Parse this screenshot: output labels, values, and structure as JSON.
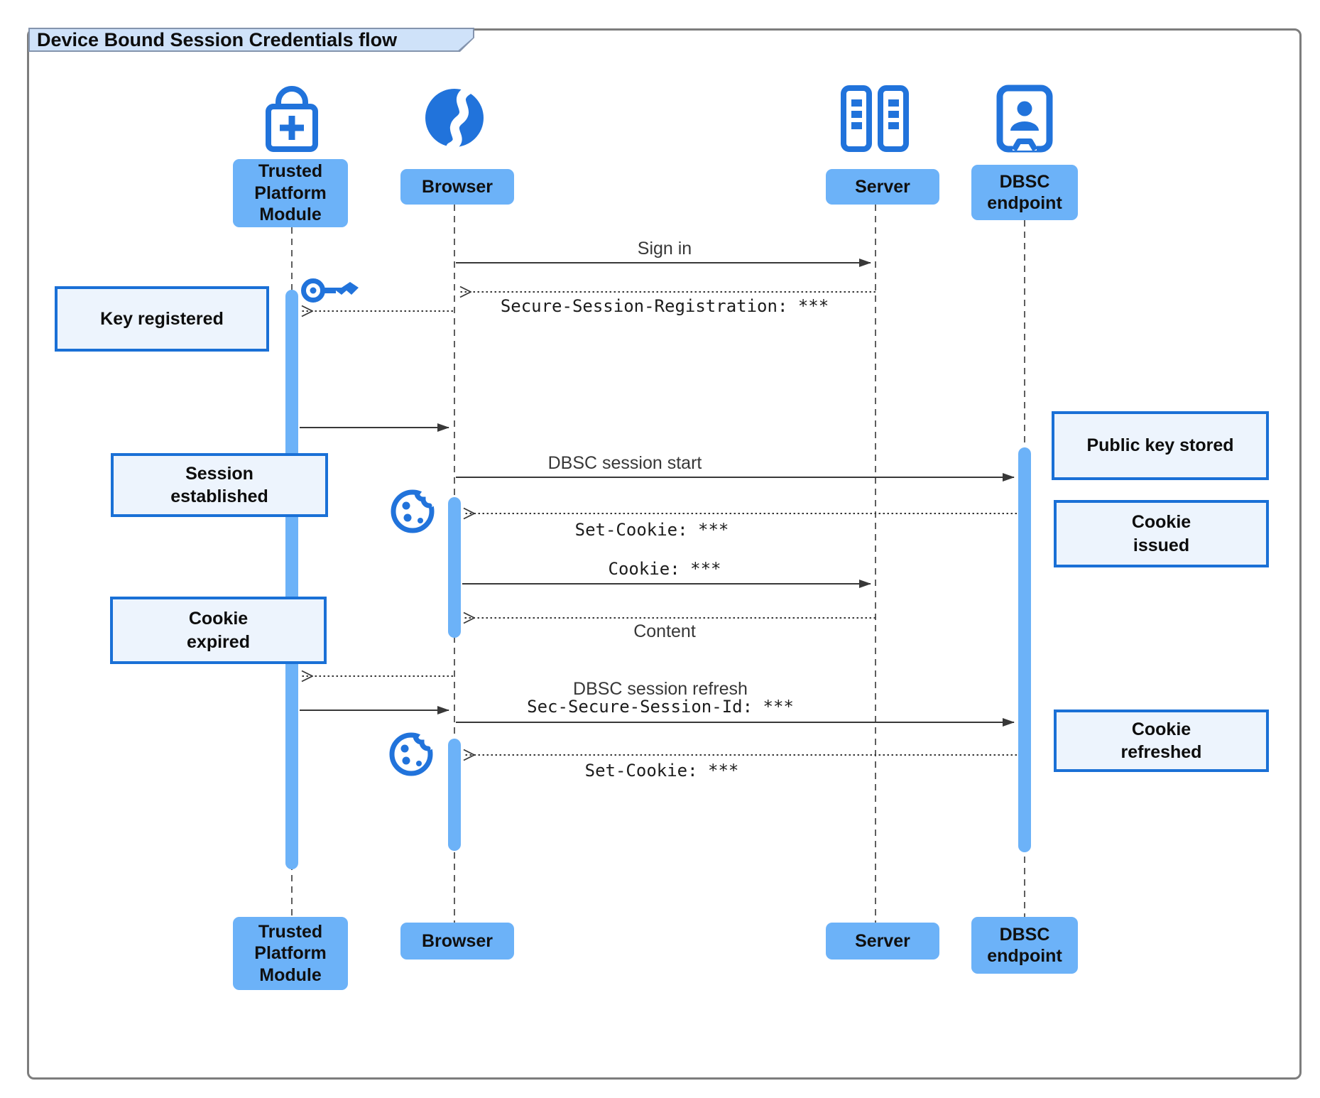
{
  "title": "Device Bound Session Credentials flow",
  "actors": {
    "tpm": {
      "label": "Trusted Platform Module",
      "icon": "lock-plus-icon"
    },
    "browser": {
      "label": "Browser",
      "icon": "globe-icon"
    },
    "server": {
      "label": "Server",
      "icon": "server-rack-icon"
    },
    "dbsc": {
      "label": "DBSC endpoint",
      "icon": "endpoint-badge-icon"
    }
  },
  "messages": {
    "sign_in": "Sign in",
    "secure_session_registration": "Secure-Session-Registration: ***",
    "dbsc_session_start": "DBSC session start",
    "set_cookie_1": "Set-Cookie: ***",
    "cookie": "Cookie: ***",
    "content": "Content",
    "dbsc_session_refresh": "DBSC session refresh",
    "sec_secure_session_id": "Sec-Secure-Session-Id: ***",
    "set_cookie_2": "Set-Cookie: ***"
  },
  "notes": {
    "key_registered": "Key registered",
    "session_established": "Session established",
    "cookie_expired": "Cookie expired",
    "public_key_stored": "Public key stored",
    "cookie_issued": "Cookie issued",
    "cookie_refreshed": "Cookie refreshed"
  },
  "icons": {
    "tpm": "lock-plus-icon",
    "browser": "globe-icon",
    "server": "server-rack-icon",
    "dbsc": "endpoint-badge-icon",
    "key": "key-icon",
    "cookie": "cookie-icon"
  },
  "colors": {
    "icon_blue": "#2173db",
    "box_fill": "#6cb2f8",
    "note_fill": "#edf4fd",
    "note_border": "#1a70d6",
    "tab_fill": "#cfe2f9",
    "line": "#383838"
  }
}
